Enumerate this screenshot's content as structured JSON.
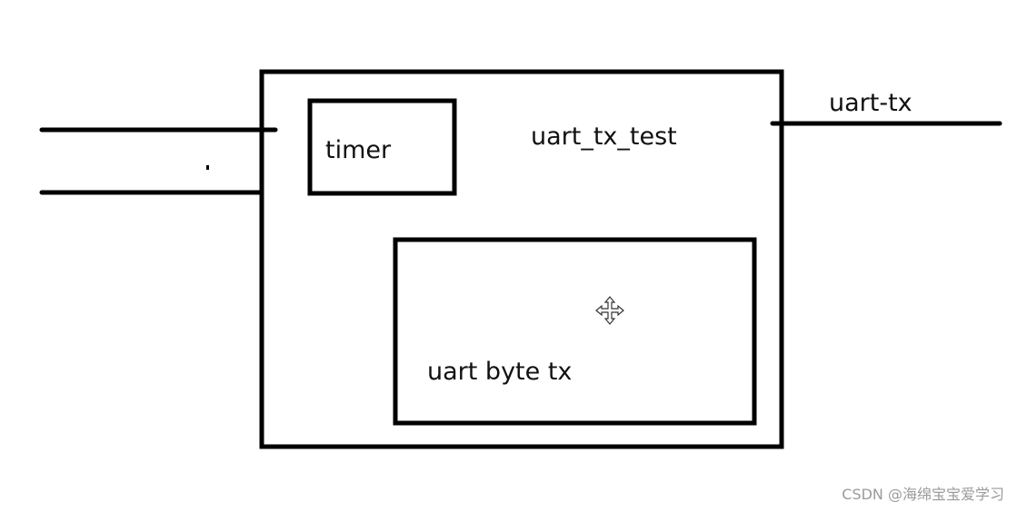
{
  "diagram": {
    "blocks": {
      "top_module": {
        "label": "uart_tx_test"
      },
      "timer": {
        "label": "timer"
      },
      "byte_tx": {
        "label": "uart byte tx"
      }
    },
    "ports": {
      "output": {
        "label": "uart-tx"
      }
    },
    "stroke_color": "#000000",
    "cursor_icon": "move-cursor-icon"
  },
  "watermark": "CSDN @海绵宝宝爱学习"
}
